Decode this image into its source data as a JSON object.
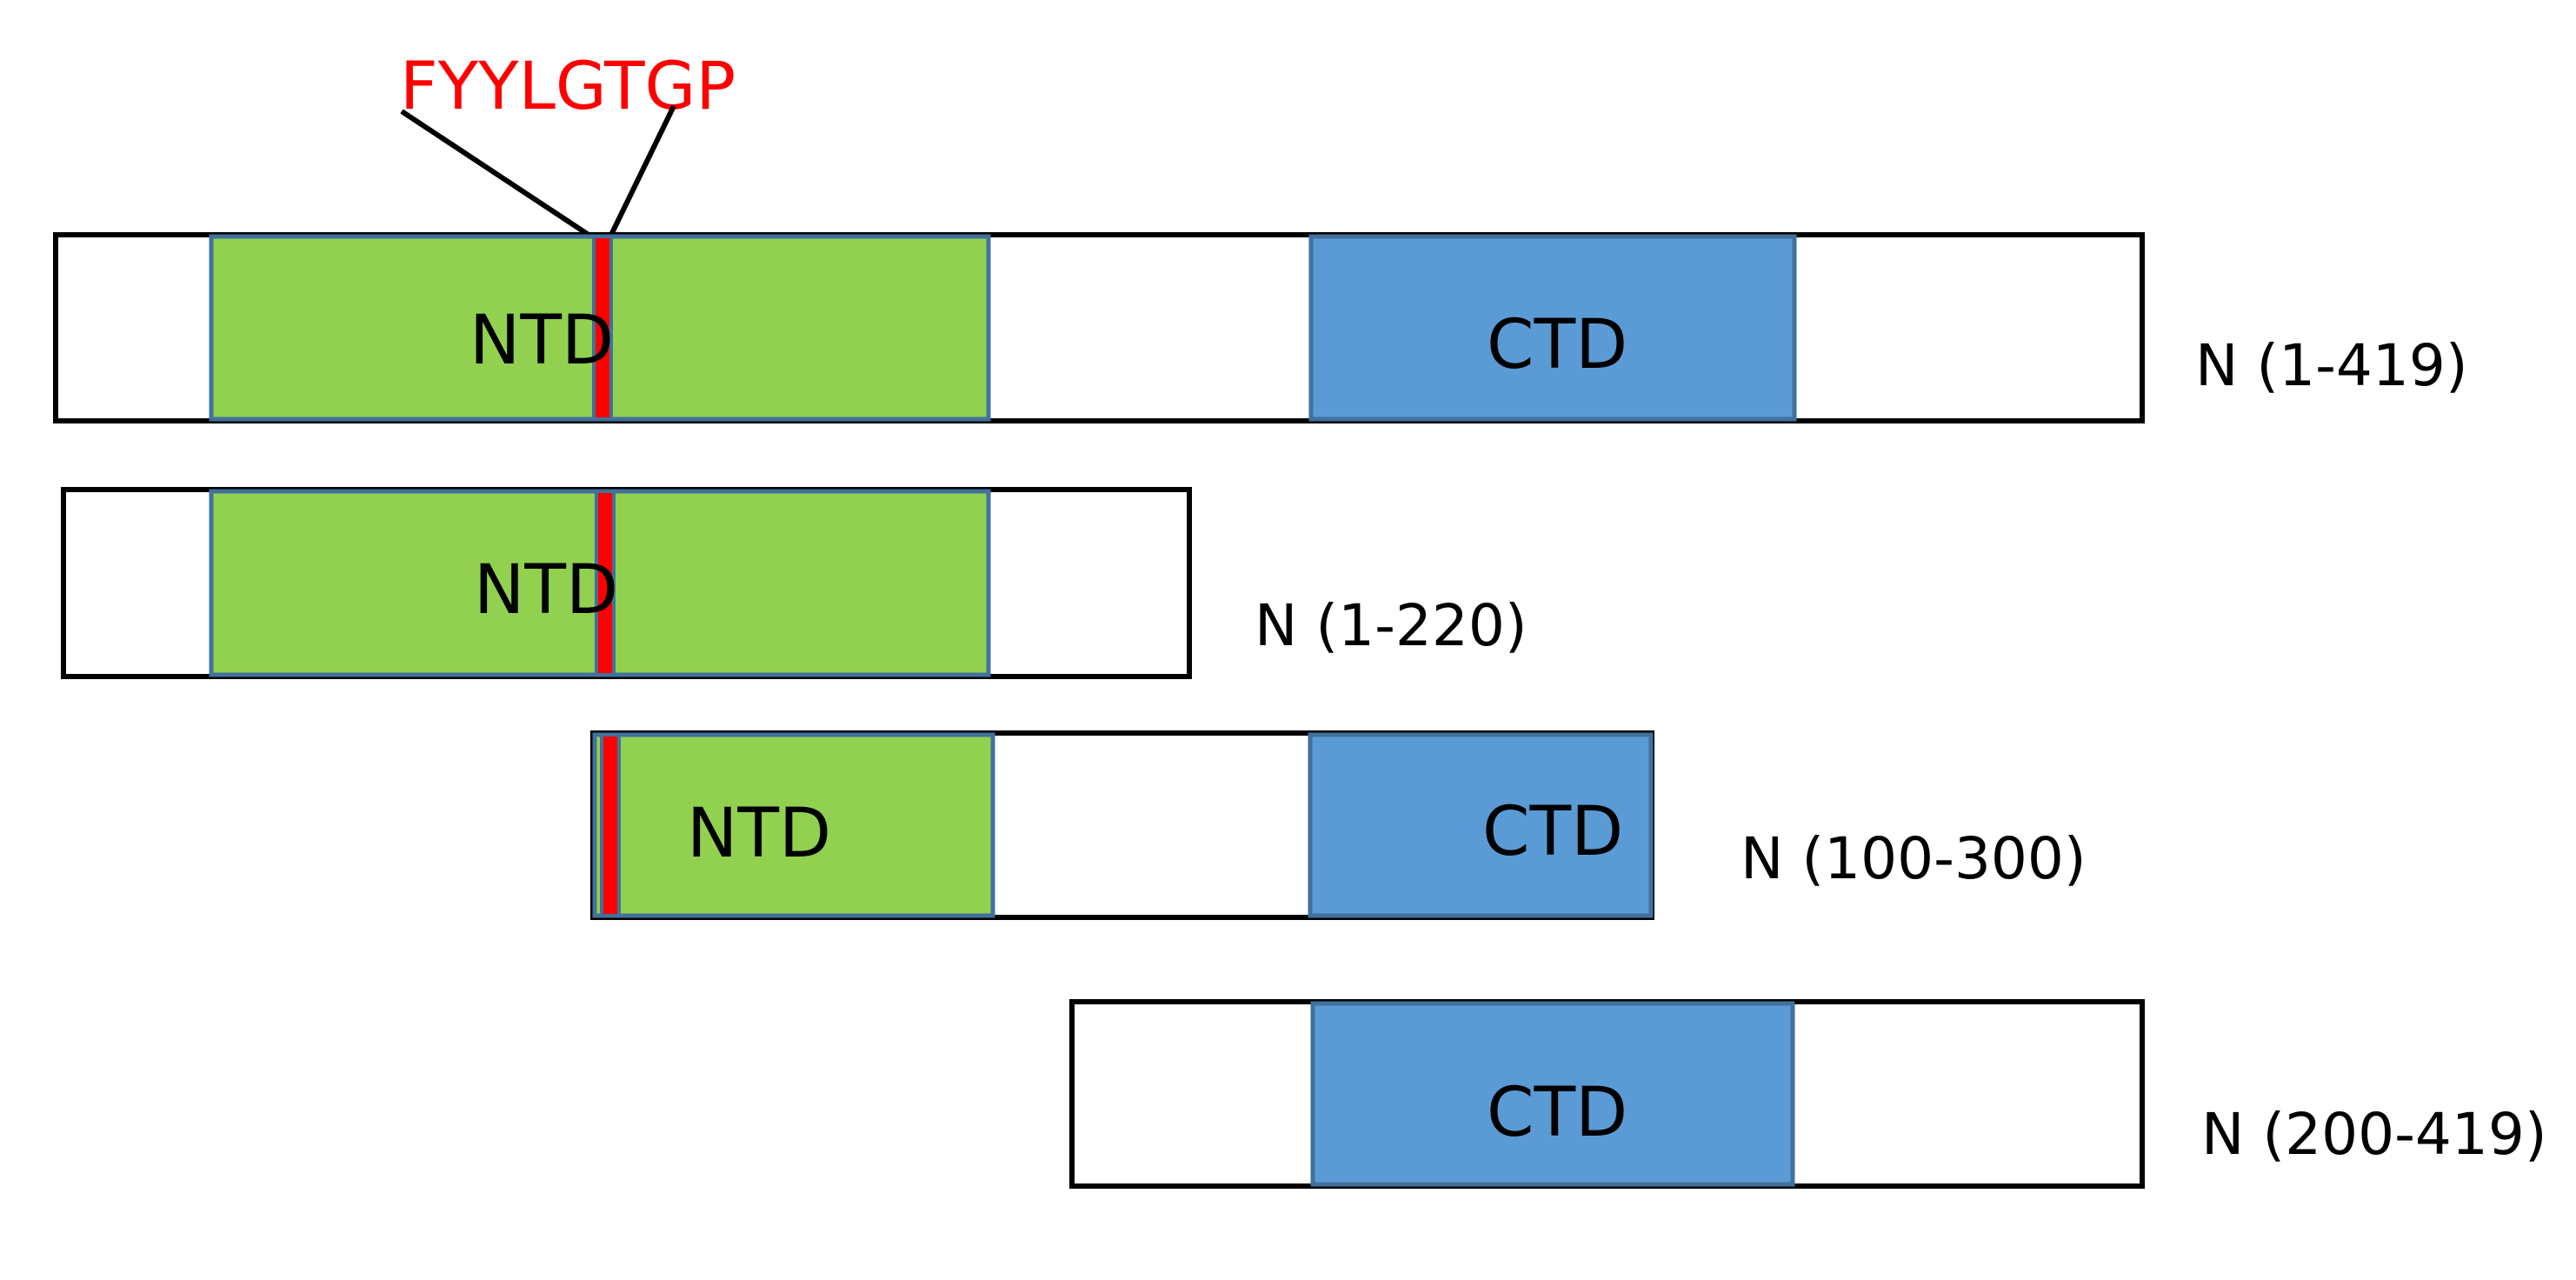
{
  "motif": {
    "label": "FYYLGTGP",
    "color": "#ff0000"
  },
  "domains": {
    "ntd_label": "NTD",
    "ctd_label": "CTD"
  },
  "constructs": [
    {
      "label": "N (1-419)"
    },
    {
      "label": "N (1-220)"
    },
    {
      "label": "N (100-300)"
    },
    {
      "label": "N (200-419)"
    }
  ],
  "colors": {
    "ntd_fill": "#92d050",
    "ctd_fill": "#5b9bd5",
    "domain_border": "#41719c",
    "motif_fill": "#ff0000",
    "outline": "#000000"
  }
}
